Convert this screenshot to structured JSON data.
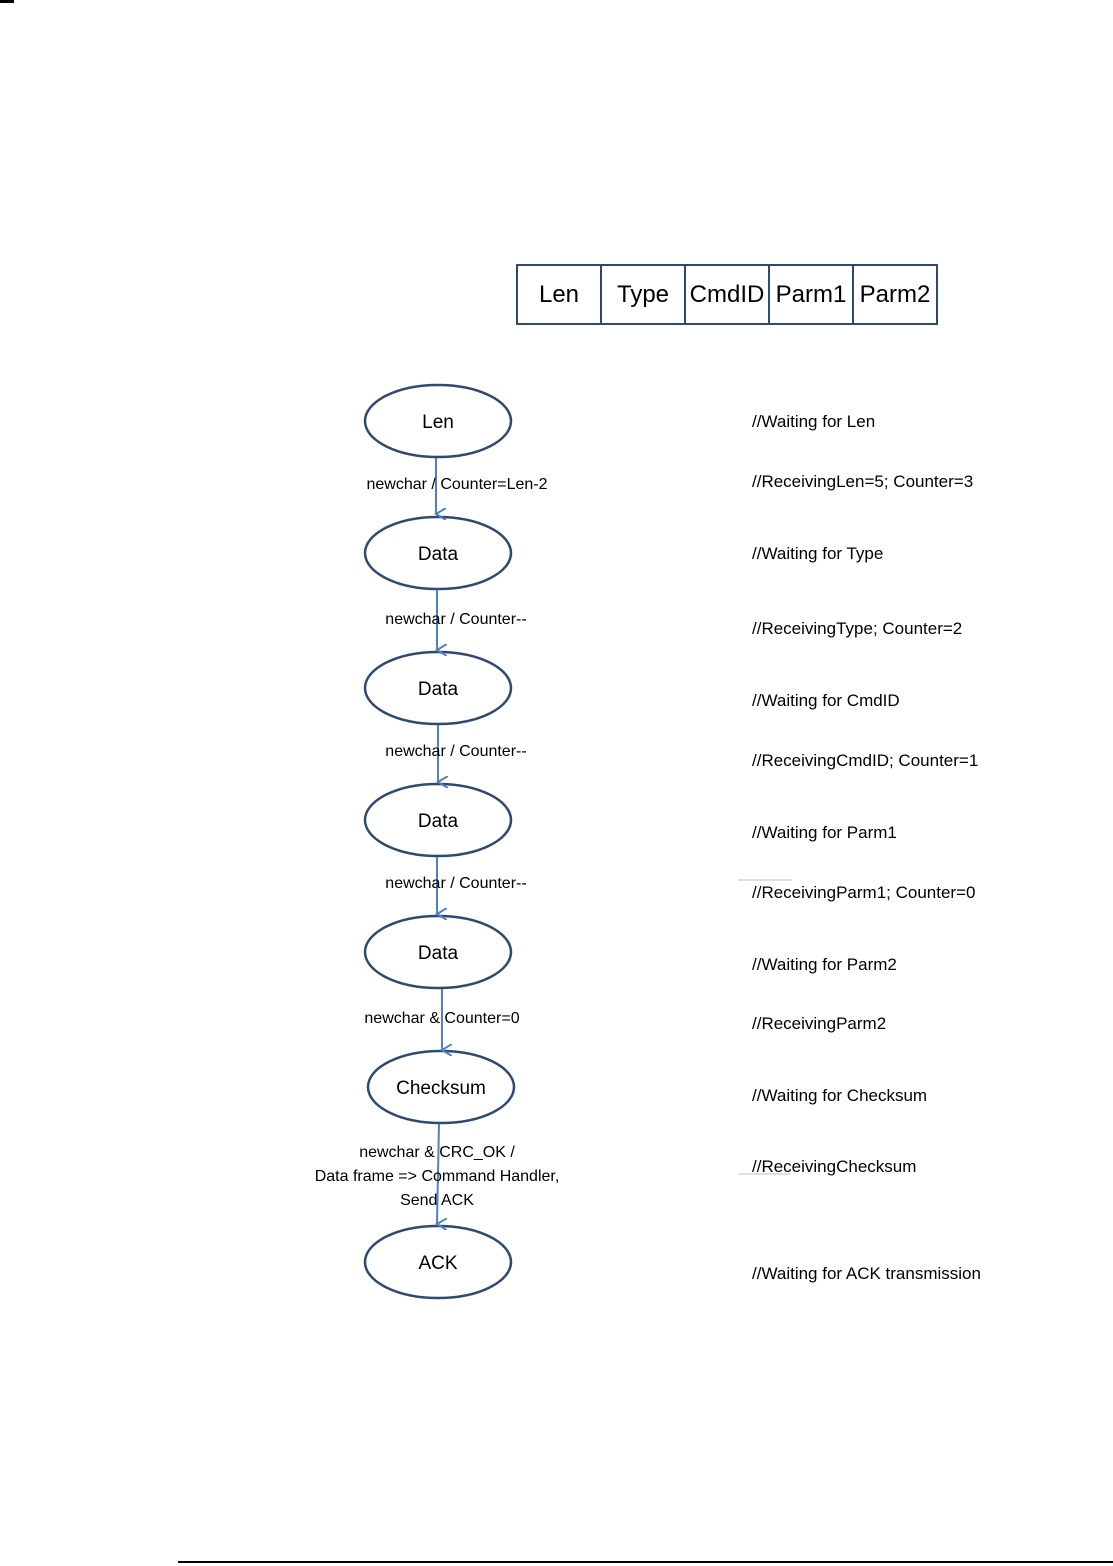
{
  "frame_fields": [
    "Len",
    "Type",
    "CmdID",
    "Parm1",
    "Parm2"
  ],
  "states": [
    {
      "label": "Len"
    },
    {
      "label": "Data"
    },
    {
      "label": "Data"
    },
    {
      "label": "Data"
    },
    {
      "label": "Data"
    },
    {
      "label": "Checksum"
    },
    {
      "label": "ACK"
    }
  ],
  "transitions": [
    {
      "lines": [
        "newchar / Counter=Len-2"
      ]
    },
    {
      "lines": [
        "newchar / Counter--"
      ]
    },
    {
      "lines": [
        "newchar / Counter--"
      ]
    },
    {
      "lines": [
        "newchar / Counter--"
      ]
    },
    {
      "lines": [
        "newchar & Counter=0"
      ]
    },
    {
      "lines": [
        "newchar & CRC_OK /",
        "Data frame => Command Handler,",
        "Send ACK"
      ]
    }
  ],
  "comments": [
    "//Waiting for Len",
    "//ReceivingLen=5; Counter=3",
    "//Waiting for Type",
    "//ReceivingType; Counter=2",
    "//Waiting for CmdID",
    "//ReceivingCmdID; Counter=1",
    "//Waiting for Parm1",
    "//ReceivingParm1; Counter=0",
    "//Waiting for Parm2",
    "//ReceivingParm2",
    "//Waiting for Checksum",
    "//ReceivingChecksum",
    "//Waiting for ACK transmission"
  ],
  "colors": {
    "state_border": "#2e4a6e",
    "arrow": "#4f81bd"
  }
}
